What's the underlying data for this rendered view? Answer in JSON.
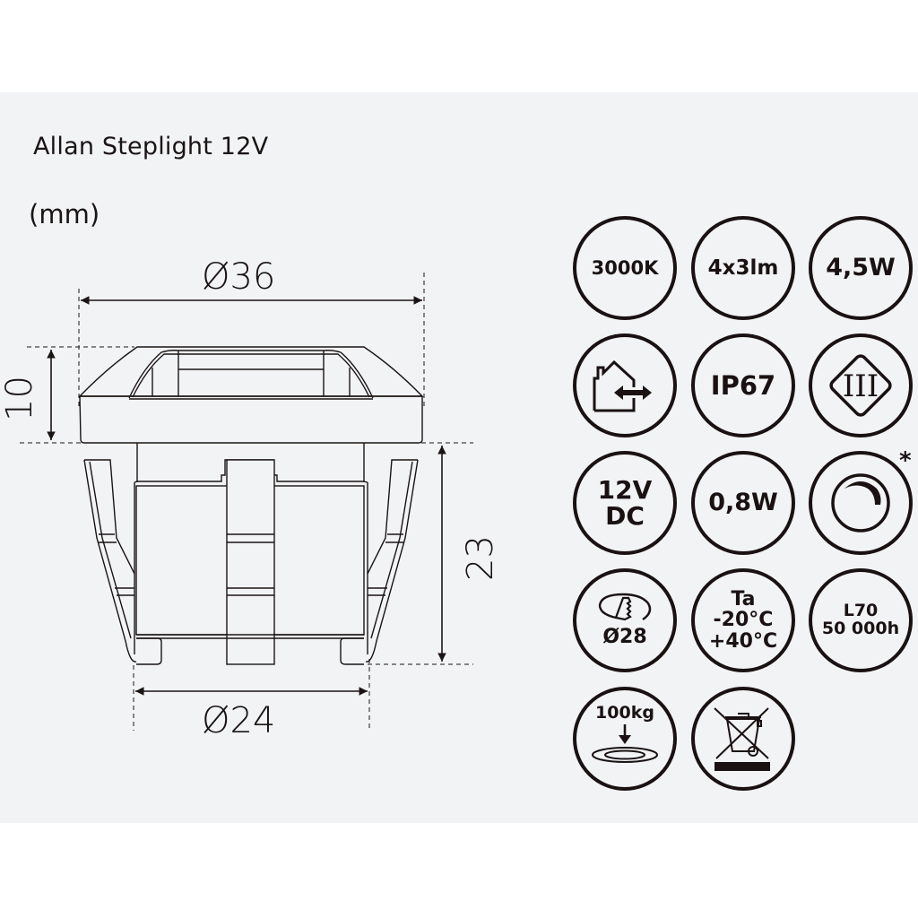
{
  "header": {
    "title": "Allan Steplight 12V",
    "unit": "(mm)"
  },
  "drawing": {
    "dimensions": {
      "top_diameter": "Ø36",
      "bottom_diameter": "Ø24",
      "head_height": "10",
      "body_height": "23"
    }
  },
  "specs": {
    "row1": [
      {
        "label": "3000K",
        "icon": "text-badge"
      },
      {
        "label": "4x3lm",
        "icon": "text-badge"
      },
      {
        "label": "4,5W",
        "icon": "text-badge"
      }
    ],
    "row2": [
      {
        "label": "",
        "icon": "indoor-outdoor-house-icon"
      },
      {
        "label": "IP67",
        "icon": "text-badge"
      },
      {
        "label": "III",
        "icon": "protection-class-iii-icon"
      }
    ],
    "row3": [
      {
        "line1": "12V",
        "line2": "DC",
        "icon": "text-badge"
      },
      {
        "label": "0,8W",
        "icon": "text-badge"
      },
      {
        "label": "",
        "icon": "dimmer-icon",
        "note": "*"
      }
    ],
    "row4": [
      {
        "label": "Ø28",
        "icon": "cutout-hole-icon"
      },
      {
        "line1": "Ta",
        "line2": "-20°C",
        "line3": "+40°C",
        "icon": "text-badge"
      },
      {
        "line1": "L70",
        "line2": "50 000h",
        "icon": "text-badge"
      }
    ],
    "row5": [
      {
        "label": "100kg",
        "icon": "load-bearing-icon"
      },
      {
        "label": "",
        "icon": "weee-crossed-bin-icon"
      }
    ]
  },
  "colors": {
    "panel_bg": "#f2f3f5",
    "ink": "#1a1212"
  }
}
